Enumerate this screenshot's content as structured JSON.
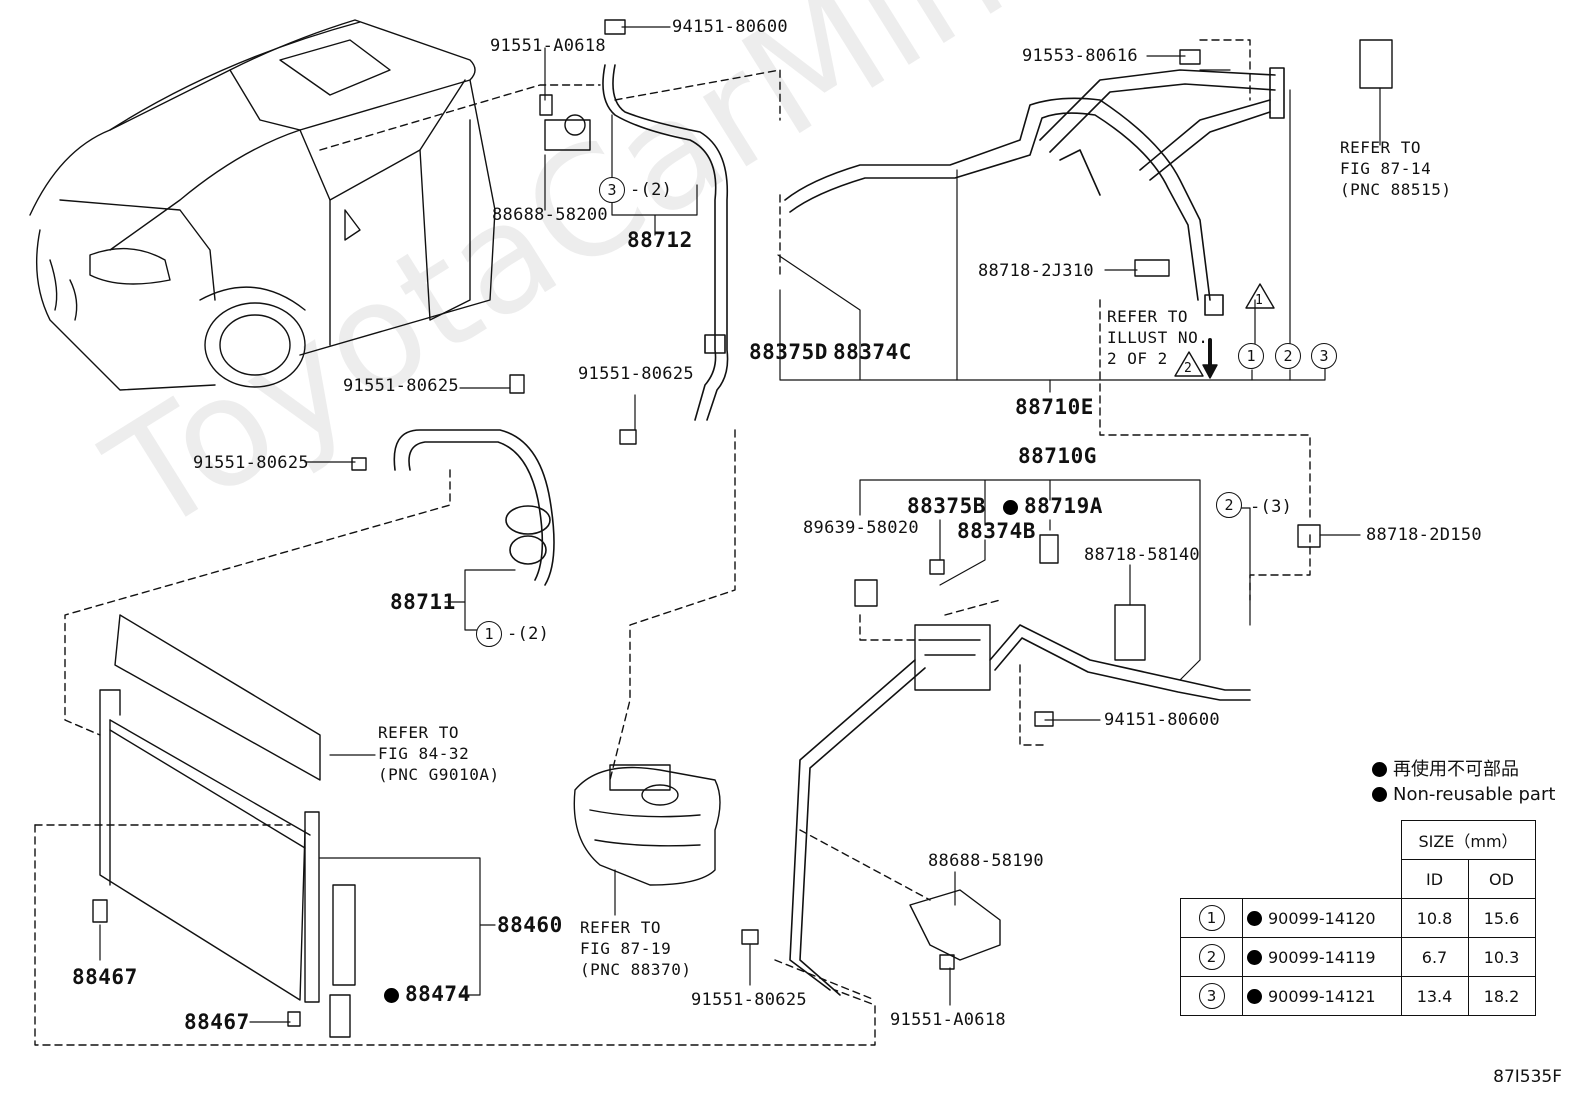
{
  "watermark": "ToyotaCarMiner.ru",
  "labels": {
    "p94151_top": "94151-80600",
    "p91551_a0618_top": "91551-A0618",
    "p88688_58200": "88688-58200",
    "p88712": "88712",
    "o3_ref": "3",
    "o3_qty": "-(2)",
    "p91553": "91553-80616",
    "p88718_2j310": "88718-2J310",
    "p88375d": "88375D",
    "p88374c": "88374C",
    "p88710e": "88710E",
    "p88710g": "88710G",
    "p91551_80625_a": "91551-80625",
    "p91551_80625_b": "91551-80625",
    "p91551_80625_c": "91551-80625",
    "p91551_80625_d": "91551-80625",
    "p88711": "88711",
    "o1_ref": "1",
    "o1_qty": "-(2)",
    "p88375b": "88375B",
    "p88374b": "88374B",
    "p88719a": "88719A",
    "p89639": "89639-58020",
    "p88718_58140": "88718-58140",
    "o2_ref": "2",
    "o2_qty": "-(3)",
    "p88718_2d150": "88718-2D150",
    "p94151_bot": "94151-80600",
    "p88688_58190": "88688-58190",
    "p91551_a0618_bot": "91551-A0618",
    "p88460": "88460",
    "p88467_a": "88467",
    "p88467_b": "88467",
    "p88474": "88474",
    "c1": "1",
    "c2": "2",
    "c3": "3",
    "tri1": "1",
    "tri2": "2"
  },
  "refs": {
    "fig87_14": [
      "REFER TO",
      "FIG 87-14",
      "(PNC 88515)"
    ],
    "illust": [
      "REFER TO",
      "ILLUST NO.",
      "2 OF 2"
    ],
    "fig84_32": [
      "REFER TO",
      "FIG 84-32",
      "(PNC G9010A)"
    ],
    "fig87_19": [
      "REFER TO",
      "FIG 87-19",
      "(PNC 88370)"
    ]
  },
  "legend": {
    "jp": "再使用不可部品",
    "en": "Non-reusable part"
  },
  "size_table": {
    "header": "SIZE（mm）",
    "col_id": "ID",
    "col_od": "OD",
    "rows": [
      {
        "ref": "1",
        "part": "90099-14120",
        "id": "10.8",
        "od": "15.6"
      },
      {
        "ref": "2",
        "part": "90099-14119",
        "id": "6.7",
        "od": "10.3"
      },
      {
        "ref": "3",
        "part": "90099-14121",
        "id": "13.4",
        "od": "18.2"
      }
    ]
  },
  "figure_code": "87I535F"
}
